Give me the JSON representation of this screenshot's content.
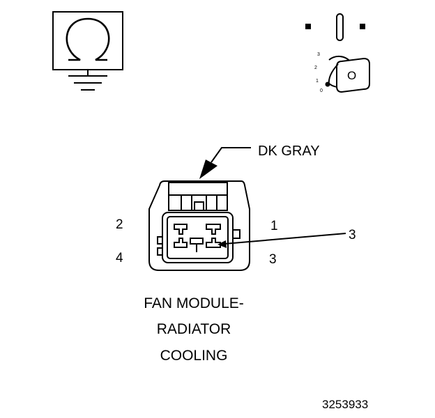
{
  "ignition": {
    "positions": [
      "3",
      "2",
      "1",
      "0"
    ],
    "key_label": "O"
  },
  "connector": {
    "wire_color": "DK GRAY",
    "pins": {
      "p1": "1",
      "p2": "2",
      "p3": "3",
      "p4": "4"
    },
    "callout_pin": "3"
  },
  "title": {
    "line1": "FAN MODULE-",
    "line2": "RADIATOR",
    "line3": "COOLING"
  },
  "figure_number": "3253933"
}
